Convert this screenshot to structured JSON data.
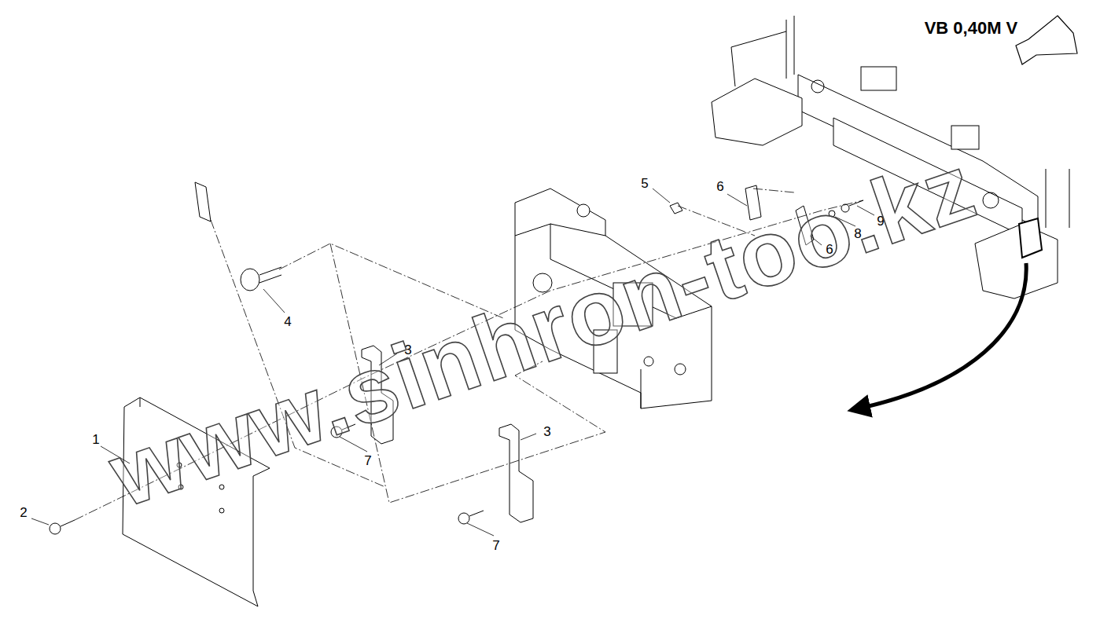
{
  "diagram": {
    "labels": [
      "VB 0,40M V",
      "5",
      "6",
      "9",
      "8",
      "6",
      "4",
      "3",
      "1",
      "7",
      "3",
      "2",
      "7",
      "www.sinhron-too.kz"
    ]
  }
}
